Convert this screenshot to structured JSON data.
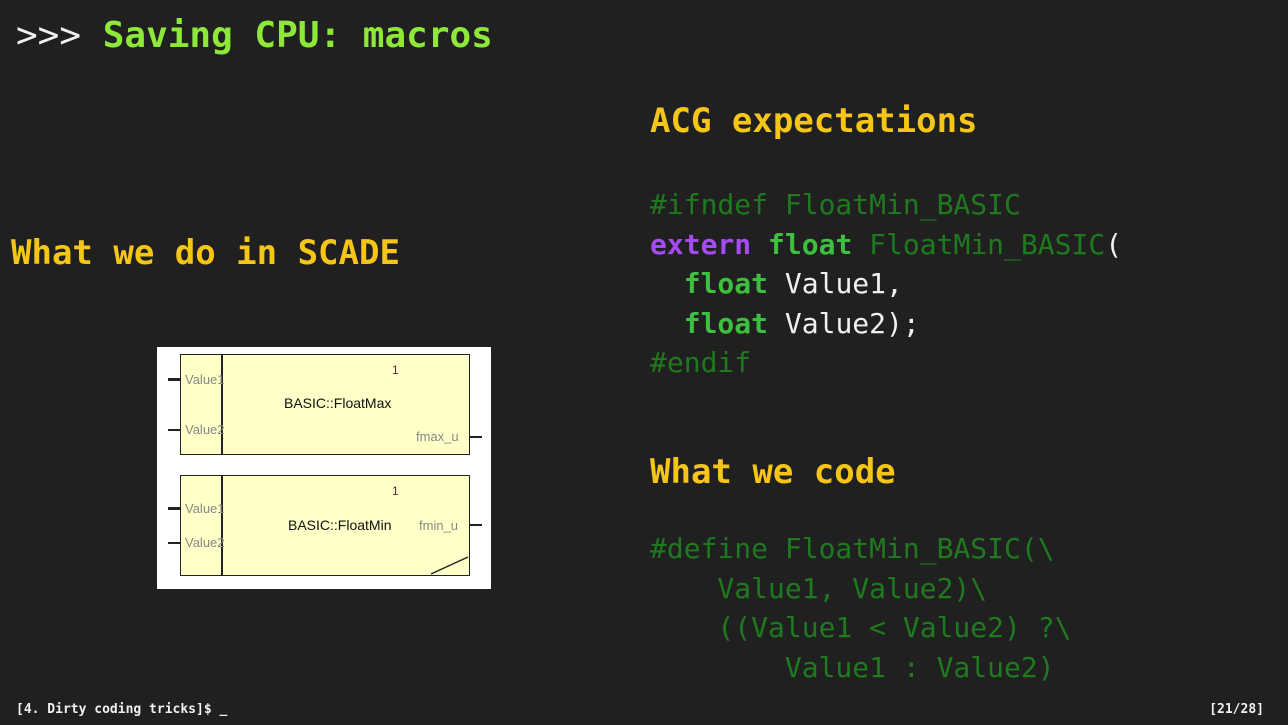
{
  "title": {
    "prompt": ">>>",
    "text": "Saving CPU: macros"
  },
  "left": {
    "heading": "What we do in SCADE",
    "diagram": {
      "blocks": [
        {
          "name": "BASIC::FloatMax",
          "instance": "1",
          "inputs": [
            "Value1",
            "Value2"
          ],
          "output": "fmax_u"
        },
        {
          "name": "BASIC::FloatMin",
          "instance": "1",
          "inputs": [
            "Value1",
            "Value2"
          ],
          "output": "fmin_u"
        }
      ]
    }
  },
  "right": {
    "acg_heading": "ACG expectations",
    "acg_code": {
      "line1": "#ifndef FloatMin_BASIC",
      "line2_kw1": "extern",
      "line2_kw2": "float",
      "line2_rest": "FloatMin_BASIC",
      "line2_paren": "(",
      "line3_kw": "float",
      "line3_rest": "Value1,",
      "line4_kw": "float",
      "line4_rest": "Value2);",
      "line5": "#endif"
    },
    "code_heading": "What we code",
    "our_code": [
      "#define FloatMin_BASIC(\\",
      "    Value1, Value2)\\",
      "    ((Value1 < Value2) ?\\",
      "        Value1 : Value2)"
    ]
  },
  "footer": {
    "left": "[4. Dirty coding tricks]$ _",
    "right": "[21/28]"
  }
}
